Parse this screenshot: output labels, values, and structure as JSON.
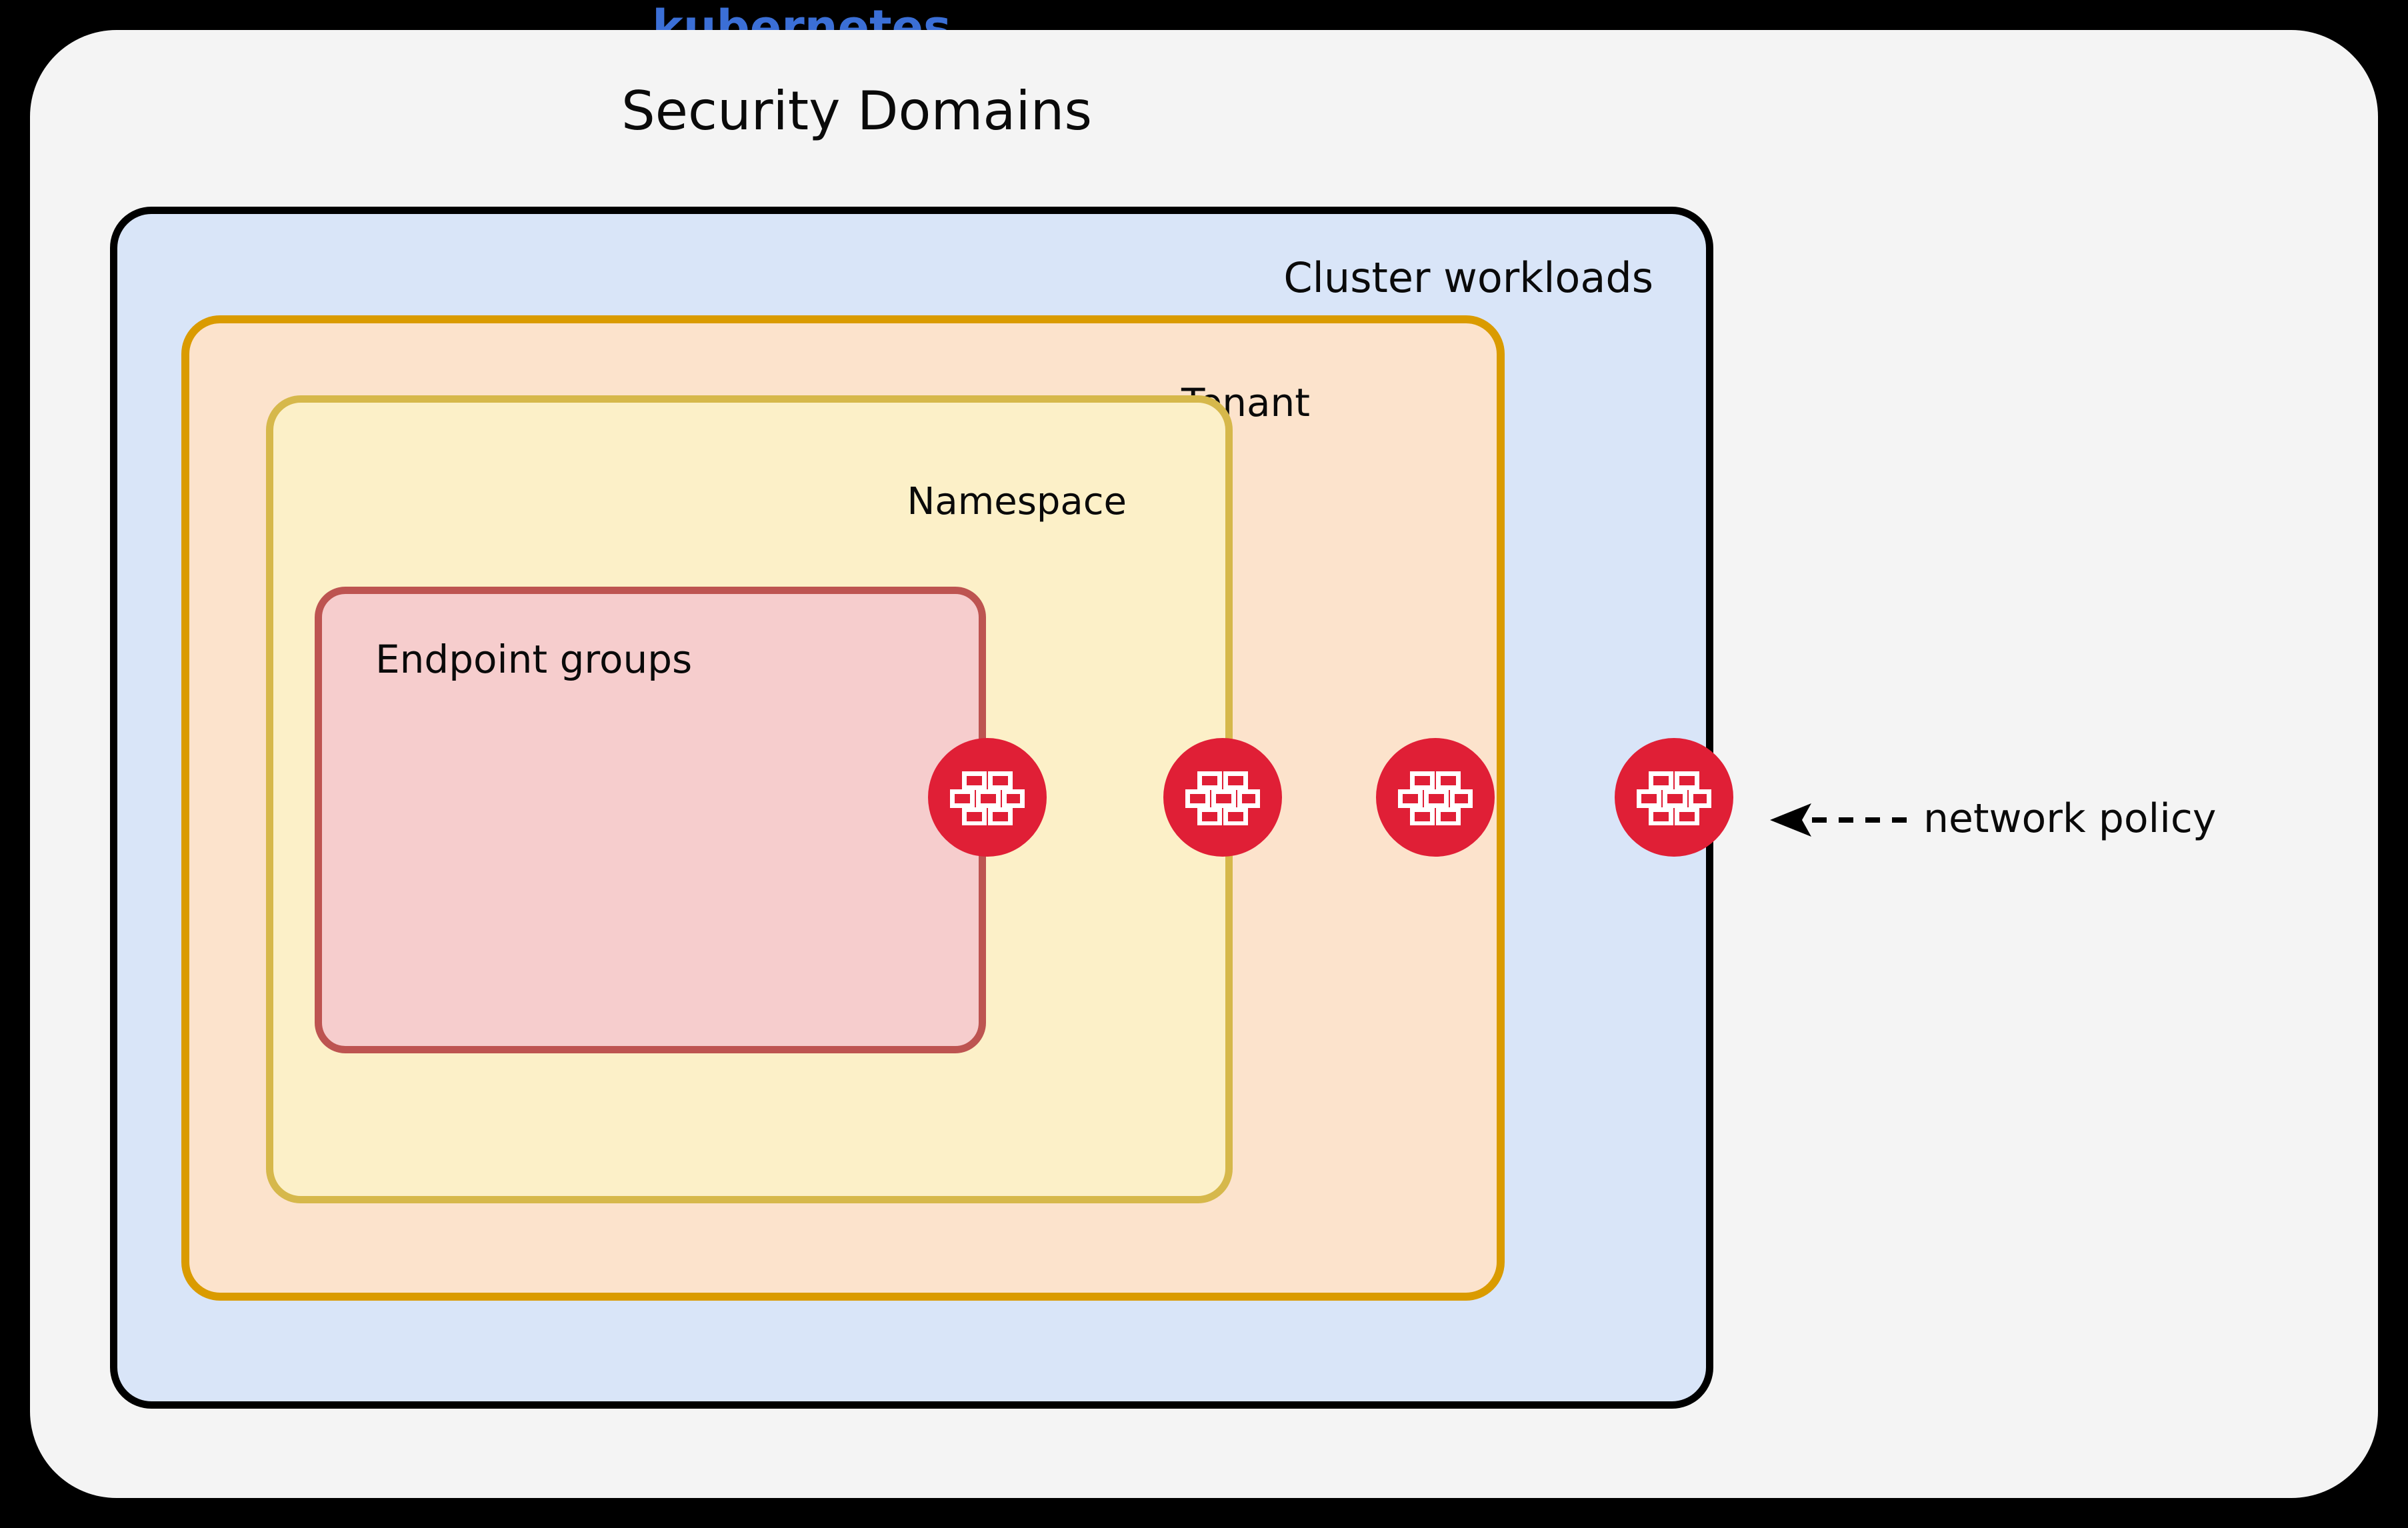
{
  "diagram": {
    "title": "Security Domains",
    "type": "nested-containment",
    "background_color": "#000000",
    "panel_color": "#F4F4F4"
  },
  "domains": [
    {
      "name": "security-domains",
      "label": "Security Domains",
      "fill": "#F4F4F4",
      "stroke": "#F4F4F4",
      "label_position": "top-center"
    },
    {
      "name": "cluster-workloads",
      "label": "Cluster workloads",
      "fill": "#D9E5F8",
      "stroke": "#000000",
      "label_position": "top-right"
    },
    {
      "name": "tenant",
      "label": "Tenant",
      "fill": "#FCE3CC",
      "stroke": "#DA9B00",
      "label_position": "top-right"
    },
    {
      "name": "namespace",
      "label": "Namespace",
      "fill": "#FCF0C8",
      "stroke": "#D6B84B",
      "label_position": "top-right"
    },
    {
      "name": "endpoint-groups",
      "label": "Endpoint groups",
      "fill": "#F6CDCD",
      "stroke": "#BD5451",
      "label_position": "top-left"
    }
  ],
  "platform": {
    "label": "kubernetes",
    "color": "#3B6FD6"
  },
  "annotation": {
    "label": "network policy",
    "arrow": "dashed-left-arrow",
    "points_to": "firewall-icon"
  },
  "firewalls": {
    "icon": "firewall-brick-icon",
    "color": "#E01F36",
    "count": 4,
    "boundaries": [
      "endpoint-groups",
      "namespace",
      "tenant",
      "cluster-workloads"
    ]
  }
}
